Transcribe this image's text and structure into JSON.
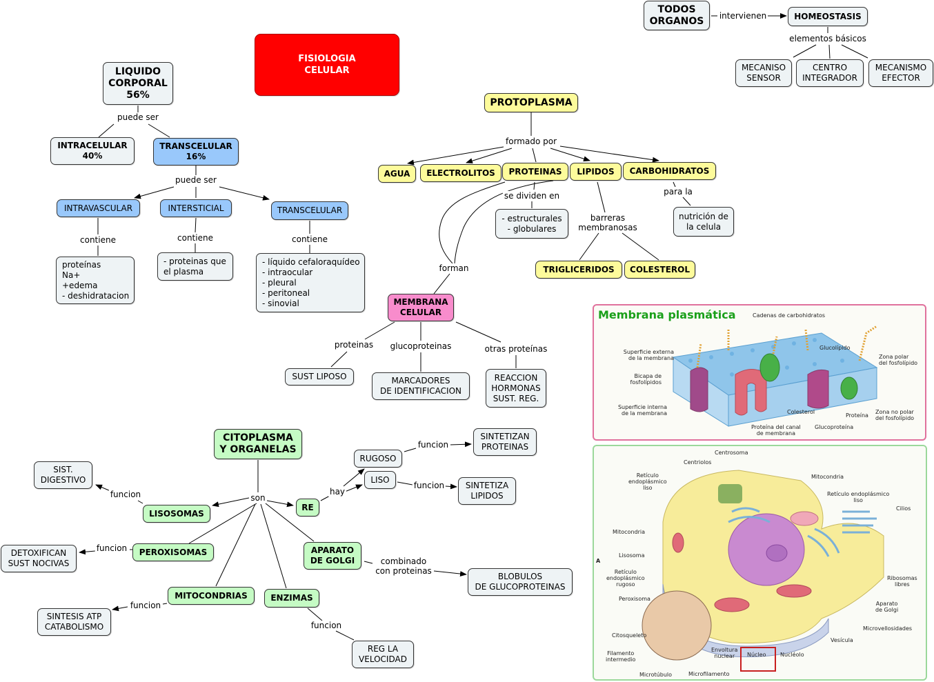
{
  "title": {
    "line1": "FISIOLOGIA",
    "line2": "CELULAR"
  },
  "colors": {
    "title_bg": "#ff0000",
    "gray_node": "#eef3f5",
    "blue_node": "#99c8fb",
    "yellow_node": "#fdfb9b",
    "green_node": "#c5fbc4",
    "pink_node": "#f88ccc",
    "membrane_panel_border": "#e0709c",
    "cell_panel_border": "#9bd89b"
  },
  "liquido": {
    "root": {
      "line1": "LIQUIDO",
      "line2": "CORPORAL",
      "line3": "56%"
    },
    "link1": "puede ser",
    "intracelular": {
      "line1": "INTRACELULAR",
      "line2": "40%"
    },
    "transcelular": {
      "line1": "TRANSCELULAR",
      "line2": "16%"
    },
    "link2": "puede ser",
    "intravascular": "INTRAVASCULAR",
    "intersticial": "INTERSTICIAL",
    "transcelular2": "TRANSCELULAR",
    "contiene": "contiene",
    "intravascular_contents": [
      "proteínas",
      "Na+",
      "+edema",
      "- deshidratacion"
    ],
    "intersticial_contents": [
      "- proteinas que",
      "el plasma"
    ],
    "transcelular_contents": [
      "- líquido cefaloraquídeo",
      "- intraocular",
      "- pleural",
      "- peritoneal",
      "- sinovial"
    ]
  },
  "homeostasis": {
    "todos": {
      "line1": "TODOS",
      "line2": "ORGANOS"
    },
    "link": "intervienen",
    "root": "HOMEOSTASIS",
    "link2": "elementos básicos",
    "children": [
      {
        "line1": "MECANISO",
        "line2": "SENSOR"
      },
      {
        "line1": "CENTRO",
        "line2": "INTEGRADOR"
      },
      {
        "line1": "MECANISMO",
        "line2": "EFECTOR"
      }
    ]
  },
  "protoplasma": {
    "root": "PROTOPLASMA",
    "link": "formado por",
    "components": [
      "AGUA",
      "ELECTROLITOS",
      "PROTEINAS",
      "LIPIDOS",
      "CARBOHIDRATOS"
    ],
    "proteinas_link": "se dividen en",
    "proteinas_types": [
      "- estructurales",
      "- globulares"
    ],
    "lipidos_link": {
      "line1": "barreras",
      "line2": "membranosas"
    },
    "lipidos_children": [
      "TRIGLICERIDOS",
      "COLESTEROL"
    ],
    "carbo_link": "para la",
    "carbo_child": {
      "line1": "nutrición de",
      "line2": "la celula"
    },
    "forman": "forman"
  },
  "membrana": {
    "root": {
      "line1": "MEMBRANA",
      "line2": "CELULAR"
    },
    "links": [
      "proteinas",
      "glucoproteinas",
      "otras proteínas"
    ],
    "sust_liposo": "SUST LIPOSO",
    "marcadores": {
      "line1": "MARCADORES",
      "line2": "DE IDENTIFICACION"
    },
    "reaccion": {
      "line1": "REACCION",
      "line2": "HORMONAS",
      "line3": "SUST. REG."
    }
  },
  "citoplasma": {
    "root": {
      "line1": "CITOPLASMA",
      "line2": "Y ORGANELAS"
    },
    "son": "son",
    "lisosomas": "LISOSOMAS",
    "peroxisomas": "PEROXISOMAS",
    "mitocondrias": "MITOCONDRIAS",
    "enzimas": "ENZIMAS",
    "re": "RE",
    "golgi": {
      "line1": "APARATO",
      "line2": "DE GOLGI"
    },
    "funcion": "funcion",
    "hay": "hay",
    "digestivo": {
      "line1": "SIST.",
      "line2": "DIGESTIVO"
    },
    "detox": {
      "line1": "DETOXIFICAN",
      "line2": "SUST NOCIVAS"
    },
    "atp": {
      "line1": "SINTESIS ATP",
      "line2": "CATABOLISMO"
    },
    "velocidad": {
      "line1": "REG LA",
      "line2": "VELOCIDAD"
    },
    "rugoso": "RUGOSO",
    "liso": "LISO",
    "sint_prot": {
      "line1": "SINTETIZAN",
      "line2": "PROTEINAS"
    },
    "sint_lip": {
      "line1": "SINTETIZA",
      "line2": "LIPIDOS"
    },
    "golgi_link": {
      "line1": "combinado",
      "line2": "con proteinas"
    },
    "blobulos": {
      "line1": "BLOBULOS",
      "line2": "DE GLUCOPROTEINAS"
    }
  },
  "membrane_image": {
    "title": "Membrana plasmática",
    "labels": {
      "cadenas": "Cadenas de carbohidratos",
      "glucolipido": "Glucolípido",
      "sup_externa": "Superficie externa\nde la membrana",
      "bicapa": "Bicapa de\nfosfolípidos",
      "sup_interna": "Superficie interna\nde la membrana",
      "zona_polar": "Zona polar\ndel fosfolípido",
      "zona_no_polar": "Zona no polar\ndel fosfolípido",
      "colesterol": "Colesterol",
      "proteina": "Proteína",
      "glucoproteina": "Glucoproteína",
      "canal": "Proteína del canal\nde membrana"
    }
  },
  "cell_image": {
    "labels": {
      "centrosoma": "Centrosoma",
      "centriolos": "Centriolos",
      "rel": "Retículo\nendoplásmico\nliso",
      "mitocondria": "Mitocondria",
      "rel2": "Retículo endoplásmico\nliso",
      "cilios": "Cilios",
      "mitocondria2": "Mitocondria",
      "lisosoma": "Lisosoma",
      "rer": "Retículo\nendoplásmico\nrugoso",
      "peroxisoma": "Peroxisoma",
      "ribosomas": "Ribosomas\nlibres",
      "golgi": "Aparato\nde Golgi",
      "microvellosidades": "Microvellosidades",
      "vesicula": "Vesícula",
      "citosqueleto": "Citosqueleto",
      "filamento": "Filamento\nintermedio",
      "envoltura": "Envoltura\nnuclear",
      "nucleo": "Núcleo",
      "nucleolo": "Nucléolo",
      "microtubulo": "Microtúbulo",
      "microfilamento": "Microfilamento",
      "a": "A"
    }
  }
}
